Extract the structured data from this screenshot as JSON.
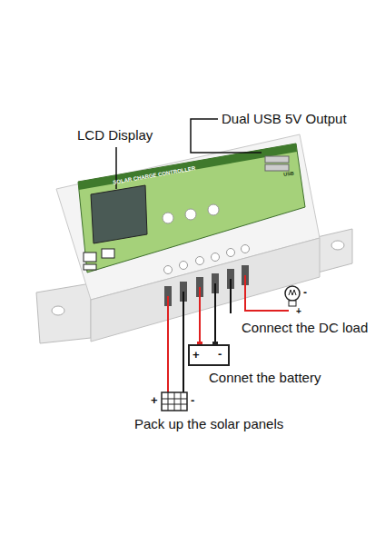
{
  "diagram": {
    "labels": [
      "LCD Display",
      "Dual USB 5V Output",
      "SOLAR CHARGE CONTROLLER",
      "USB",
      "Connect the DC load",
      "+",
      "-",
      "+",
      "-",
      "Connet the battery",
      "+",
      "-",
      "Pack up the solar panels"
    ]
  }
}
